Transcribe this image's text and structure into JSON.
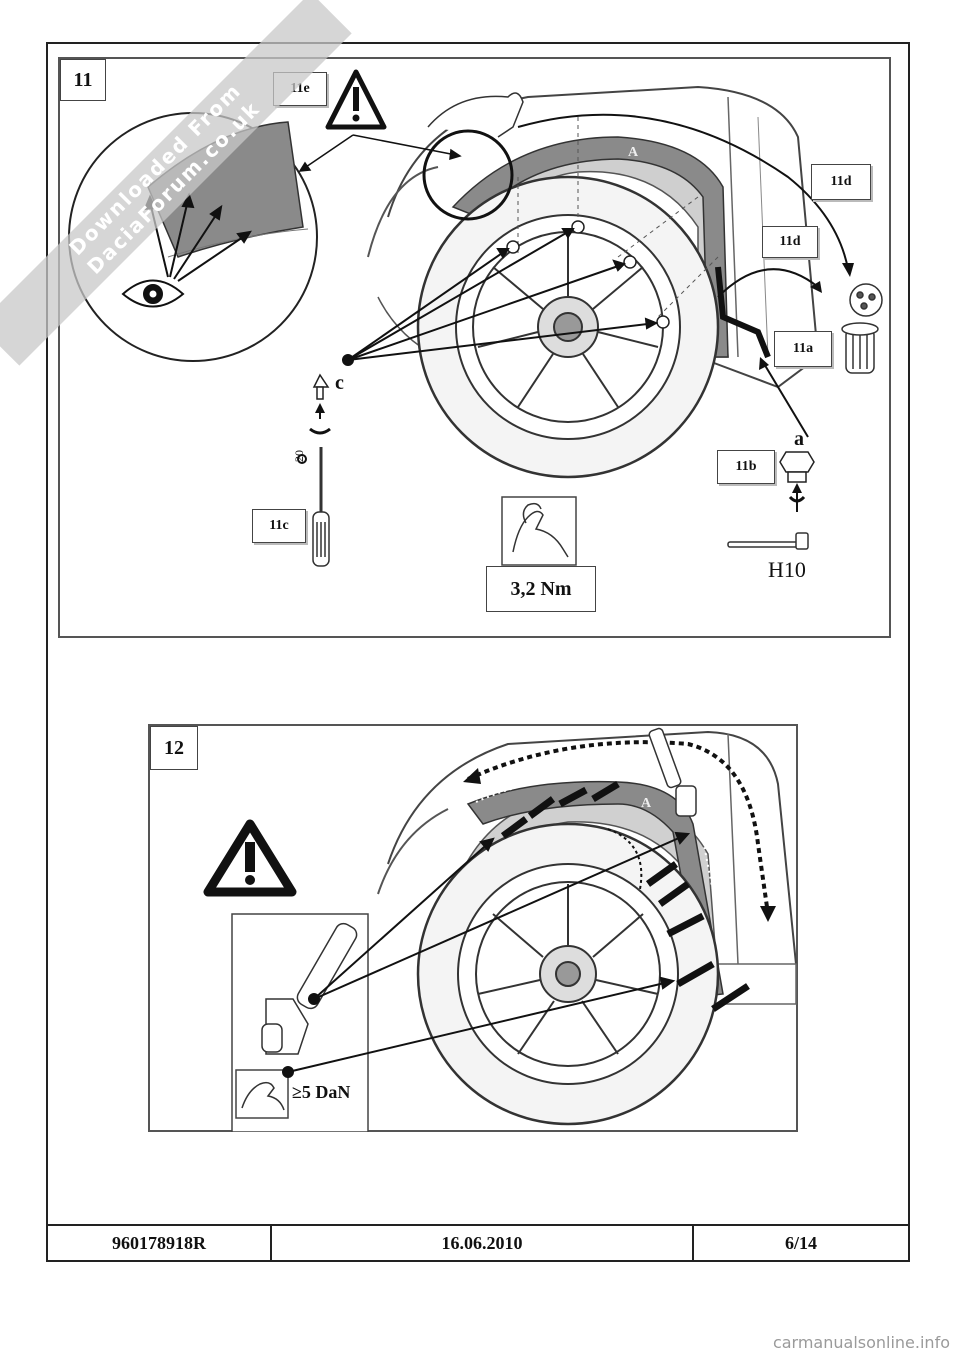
{
  "step11": {
    "number": "11",
    "labels": {
      "e": "11e",
      "d_top": "11d",
      "d_mid": "11d",
      "a": "11a",
      "b": "11b",
      "c": "11c"
    },
    "part_letter_A": "A",
    "fastener_c": "c",
    "fastener_a": "a",
    "torx_size": "20",
    "torque": "3,2 Nm",
    "socket": "H10"
  },
  "step12": {
    "number": "12",
    "part_letter_A": "A",
    "force": "≥5 DaN"
  },
  "footer": {
    "ref": "960178918R",
    "date": "16.06.2010",
    "page": "6/14"
  },
  "watermark": {
    "line1": "Downloaded From",
    "line2": "DaciaForum.co.uk"
  },
  "site": "carmanualsonline.info"
}
